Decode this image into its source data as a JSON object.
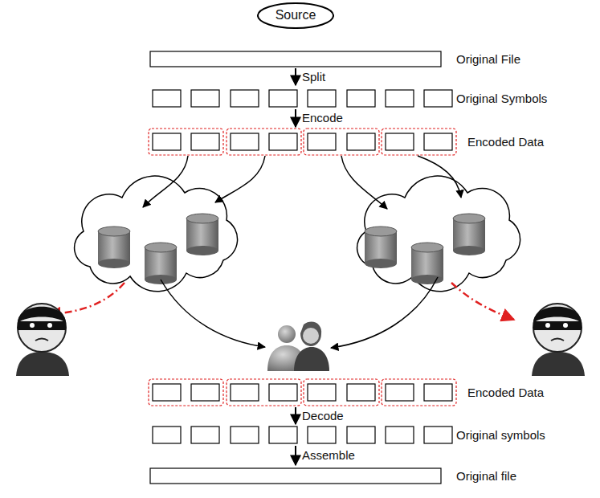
{
  "diagram": {
    "nodes": [
      {
        "text": [
          "Source"
        ]
      }
    ],
    "labels": [
      "Original File",
      "Split",
      "Original Symbols",
      "Encode",
      "Encoded Data",
      "Encoded Data",
      "Decode",
      "Original symbols",
      "Assemble",
      "Original file"
    ]
  }
}
